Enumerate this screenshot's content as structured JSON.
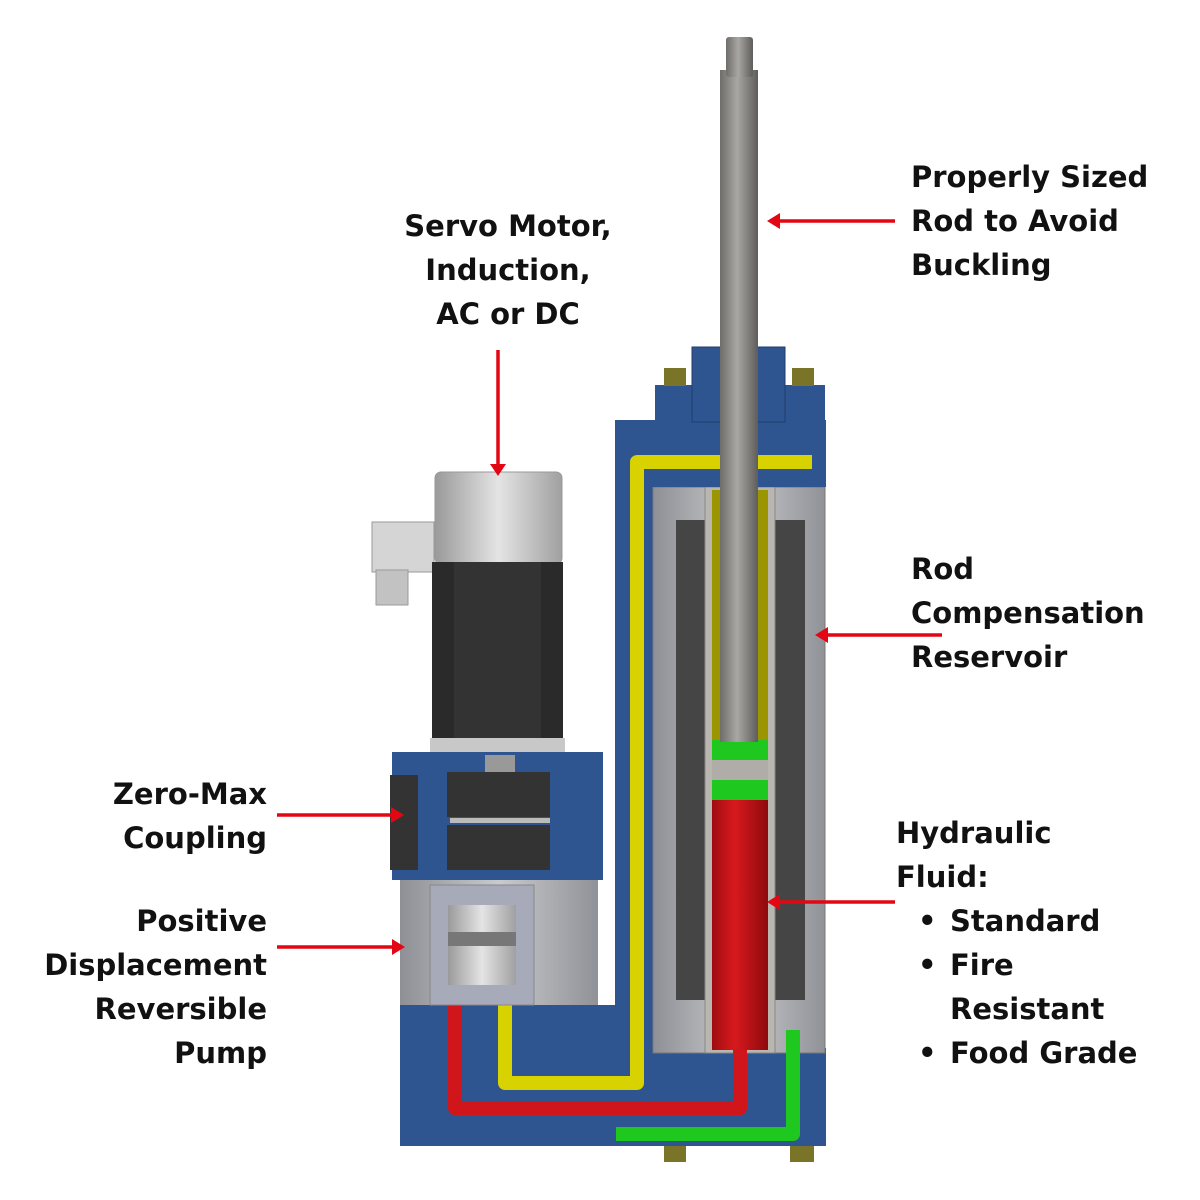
{
  "labels": {
    "servo_motor": [
      "Servo Motor,",
      "Induction,",
      "AC or DC"
    ],
    "rod": [
      "Properly Sized",
      "Rod to Avoid",
      "Buckling"
    ],
    "reservoir": [
      "Rod",
      "Compensation",
      "Reservoir"
    ],
    "hydraulic_fluid": {
      "title": [
        "Hydraulic",
        "Fluid:"
      ],
      "bullet": "•",
      "items": [
        [
          "Standard"
        ],
        [
          "Fire",
          "Resistant"
        ],
        [
          "Food Grade"
        ]
      ]
    },
    "coupling": [
      "Zero-Max",
      "Coupling"
    ],
    "pump": [
      "Positive",
      "Displacement",
      "Reversible",
      "Pump"
    ]
  },
  "colors": {
    "arrow": "#e30613",
    "housing_blue": "#2f5590",
    "fluid_yellow": "#d7d200",
    "fluid_red": "#c8141a",
    "fluid_green": "#1fc81f",
    "motor_black": "#333333",
    "rod_gray": "#8c8a86"
  }
}
